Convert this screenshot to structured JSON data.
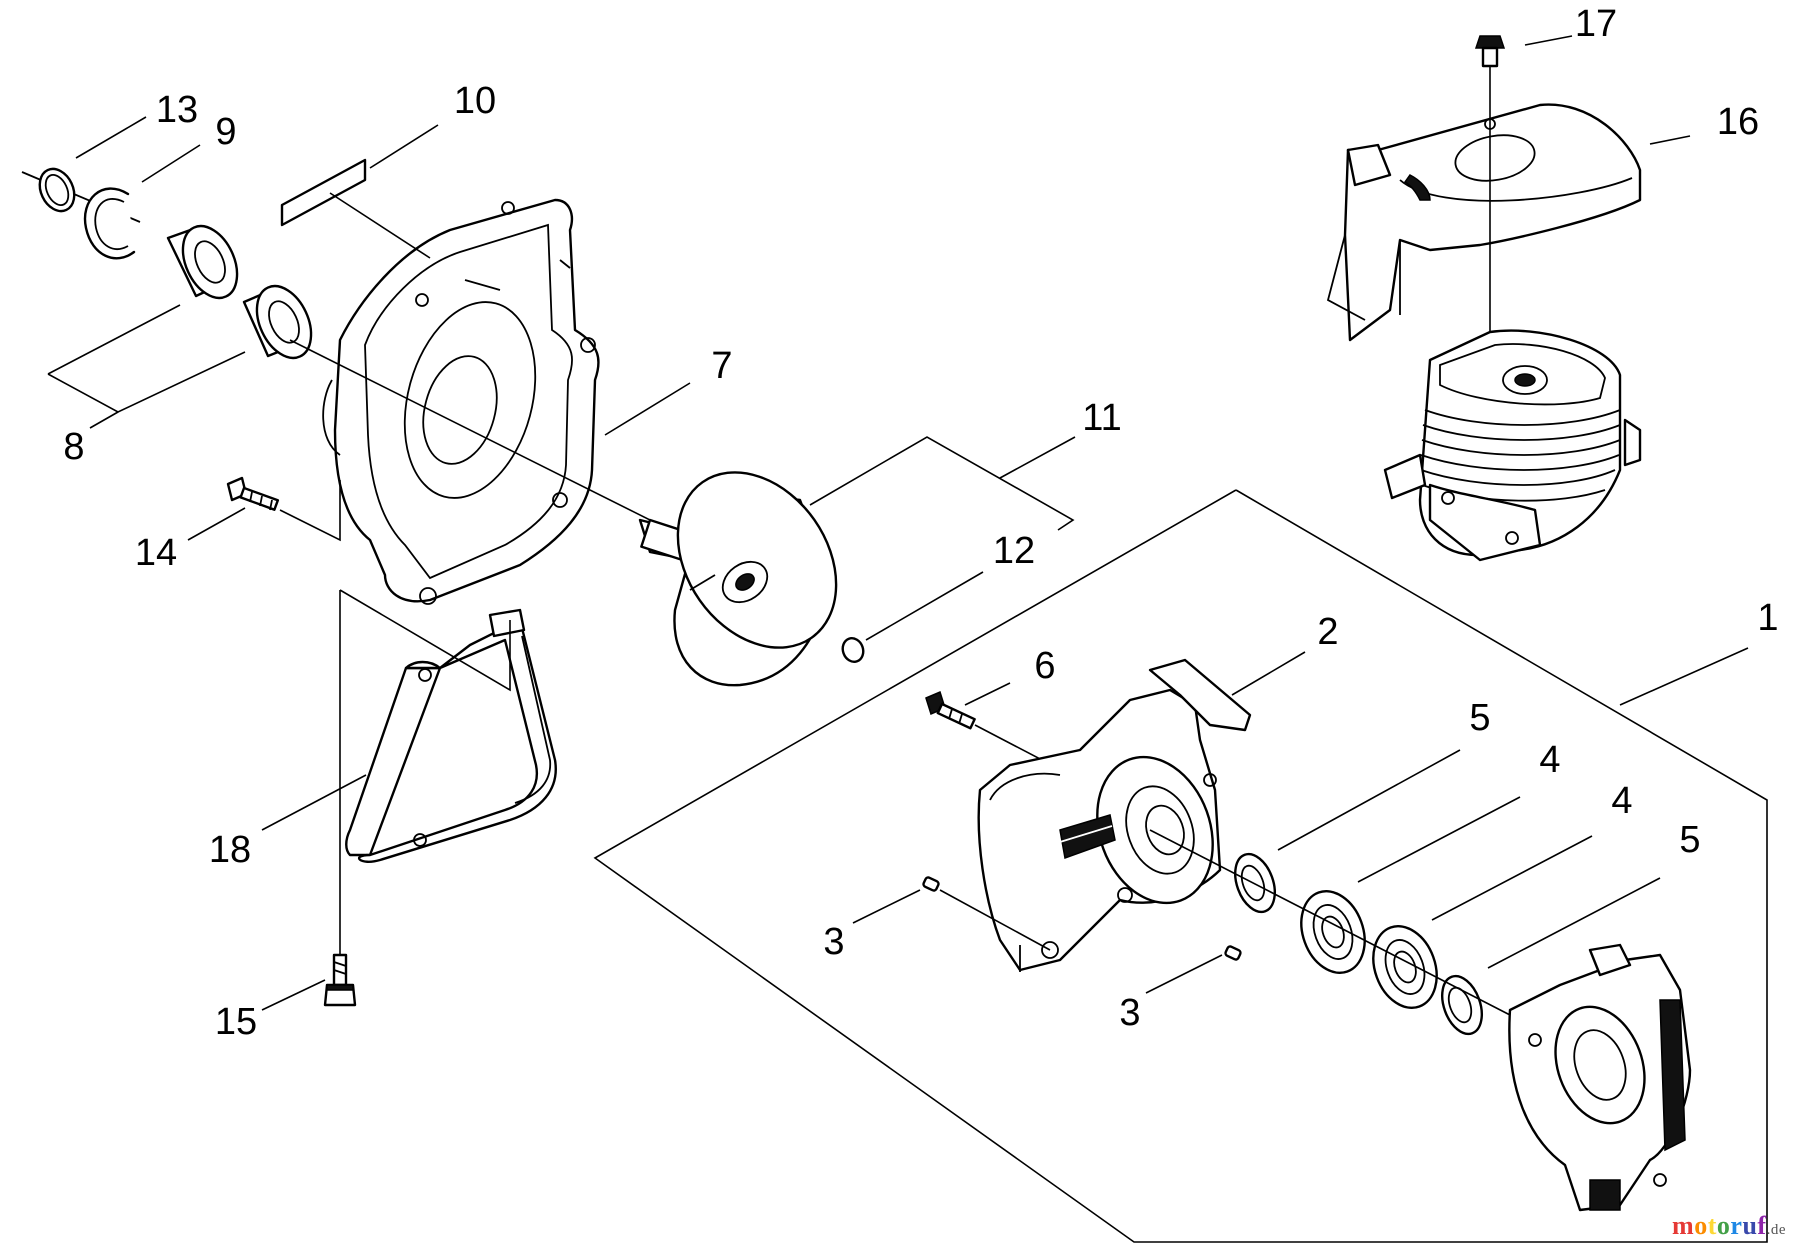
{
  "diagram": {
    "callouts": [
      {
        "id": "c1",
        "label": "1"
      },
      {
        "id": "c2",
        "label": "2"
      },
      {
        "id": "c3a",
        "label": "3"
      },
      {
        "id": "c3b",
        "label": "3"
      },
      {
        "id": "c4a",
        "label": "4"
      },
      {
        "id": "c4b",
        "label": "4"
      },
      {
        "id": "c5a",
        "label": "5"
      },
      {
        "id": "c5b",
        "label": "5"
      },
      {
        "id": "c6",
        "label": "6"
      },
      {
        "id": "c7",
        "label": "7"
      },
      {
        "id": "c8",
        "label": "8"
      },
      {
        "id": "c9",
        "label": "9"
      },
      {
        "id": "c10",
        "label": "10"
      },
      {
        "id": "c11",
        "label": "11"
      },
      {
        "id": "c12",
        "label": "12"
      },
      {
        "id": "c13",
        "label": "13"
      },
      {
        "id": "c14",
        "label": "14"
      },
      {
        "id": "c15",
        "label": "15"
      },
      {
        "id": "c16",
        "label": "16"
      },
      {
        "id": "c17",
        "label": "17"
      },
      {
        "id": "c18",
        "label": "18"
      }
    ]
  },
  "watermark": {
    "letters": [
      "m",
      "o",
      "t",
      "o",
      "r",
      "u",
      "f"
    ],
    "colors": [
      "#e53935",
      "#fb8c00",
      "#fdd835",
      "#43a047",
      "#1e88e5",
      "#3949ab",
      "#8e24aa"
    ],
    "domain": ".de"
  }
}
